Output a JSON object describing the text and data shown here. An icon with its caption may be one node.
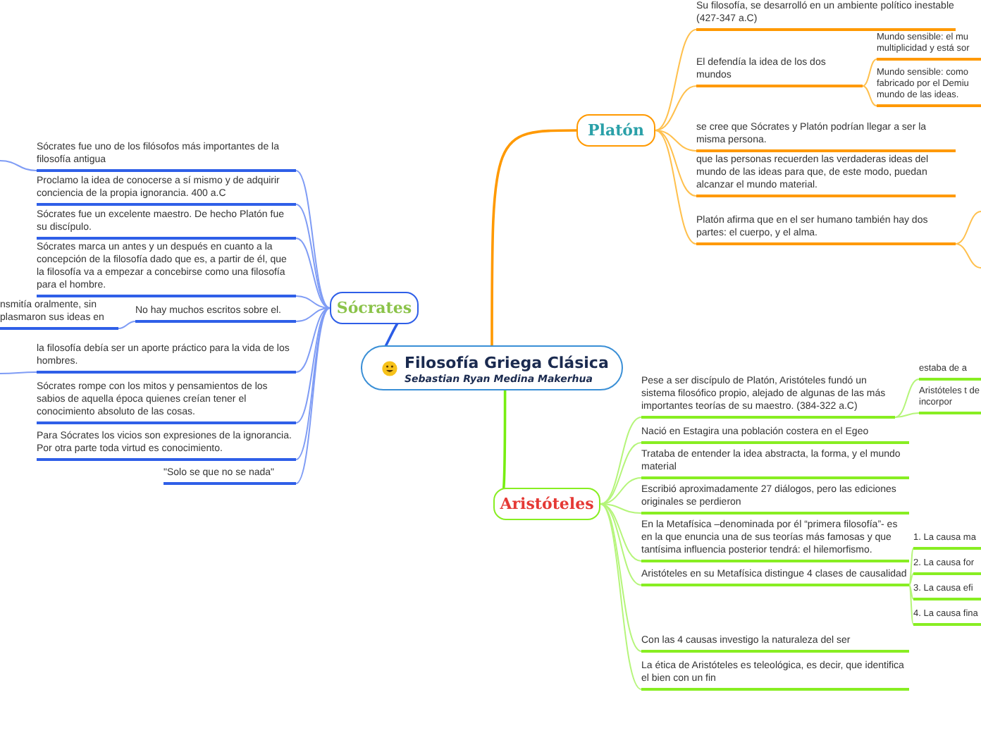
{
  "diagram": {
    "nodes": [
      {
        "text": [
          "Filosofía Griega Clásica",
          "Sebastian Ryan Medina Makerhua"
        ]
      },
      {
        "text": [
          "Platón"
        ]
      },
      {
        "text": [
          "Su filosofía, se desarrolló en un ambiente político inestable (427-347 a.C)"
        ]
      },
      {
        "text": [
          "El defendía la idea de los dos mundos"
        ]
      },
      {
        "text": [
          "Mundo sensible: el mu multiplicidad y está sor"
        ]
      },
      {
        "text": [
          "Mundo sensible: como fabricado por el Demiu mundo de las ideas."
        ]
      },
      {
        "text": [
          "se cree que Sócrates y Platón podrían llegar a ser la misma persona."
        ]
      },
      {
        "text": [
          "que las personas recuerden las verdaderas ideas del mundo de las ideas para que, de este modo, puedan alcanzar el mundo material."
        ]
      },
      {
        "text": [
          "Platón afirma que en el ser humano también hay dos partes: el cuerpo, y el alma."
        ]
      },
      {
        "text": [
          "Sócrates"
        ]
      },
      {
        "text": [
          "Sócrates fue uno de los filósofos más importantes de la filosofía antigua"
        ]
      },
      {
        "text": [
          "Proclamo la idea de conocerse a sí mismo y de adquirir conciencia de la propia ignorancia. 400 a.C"
        ]
      },
      {
        "text": [
          "Sócrates fue un excelente maestro. De hecho Platón fue su discípulo."
        ]
      },
      {
        "text": [
          "Sócrates marca un antes y un después en cuanto a la concepción de la filosofía dado que es, a partir de él, que la filosofía va a empezar a concebirse como una filosofía para el hombre."
        ]
      },
      {
        "text": [
          "No hay muchos escritos sobre el."
        ]
      },
      {
        "text": [
          "nsmitía oralmente, sin plasmaron sus ideas en"
        ]
      },
      {
        "text": [
          "la filosofía debía ser un aporte práctico para la vida de los hombres."
        ]
      },
      {
        "text": [
          "Sócrates rompe con los mitos y pensamientos de los sabios de aquella época quienes creían tener el conocimiento absoluto de las cosas."
        ]
      },
      {
        "text": [
          "Para Sócrates los vicios son expresiones de la ignorancia. Por otra parte toda virtud es conocimiento."
        ]
      },
      {
        "text": [
          "\"Solo se que no se nada\""
        ]
      },
      {
        "text": [
          "Aristóteles"
        ]
      },
      {
        "text": [
          "Pese a ser discípulo de Platón, Aristóteles fundó un sistema filosófico propio, alejado de algunas de las más importantes teorías de su maestro. (384-322 a.C)"
        ]
      },
      {
        "text": [
          "estaba de a"
        ]
      },
      {
        "text": [
          "Aristóteles t de incorpor"
        ]
      },
      {
        "text": [
          "Nació en Estagira una población costera en el Egeo"
        ]
      },
      {
        "text": [
          "Trataba de entender la idea abstracta, la forma, y el mundo material"
        ]
      },
      {
        "text": [
          "Escribió aproximadamente 27 diálogos, pero las ediciones originales se perdieron"
        ]
      },
      {
        "text": [
          "En la Metafísica –denominada por él “primera filosofía”- es en la que enuncia una de sus teorías más famosas y que tantísima influencia posterior tendrá: el hilemorfismo."
        ]
      },
      {
        "text": [
          "Aristóteles en su Metafísica distingue 4 clases de causalidad"
        ]
      },
      {
        "text": [
          "1. La causa ma"
        ]
      },
      {
        "text": [
          "2. La causa for"
        ]
      },
      {
        "text": [
          "3. La causa efi"
        ]
      },
      {
        "text": [
          "4. La causa fina"
        ]
      },
      {
        "text": [
          "Con las 4 causas investigo la naturaleza del ser"
        ]
      },
      {
        "text": [
          "La ética de Aristóteles es teleológica, es decir, que identifica el bien con un fin"
        ]
      }
    ],
    "edges": [
      {
        "from": 0,
        "to": 1,
        "arrow": "none",
        "color": "#ff9900"
      },
      {
        "from": 1,
        "to": 2,
        "arrow": "none",
        "color": "#ffc04d"
      },
      {
        "from": 1,
        "to": 3,
        "arrow": "none",
        "color": "#ffc04d"
      },
      {
        "from": 3,
        "to": 4,
        "arrow": "none",
        "color": "#ffc04d"
      },
      {
        "from": 3,
        "to": 5,
        "arrow": "none",
        "color": "#ffc04d"
      },
      {
        "from": 1,
        "to": 6,
        "arrow": "none",
        "color": "#ffc04d"
      },
      {
        "from": 1,
        "to": 7,
        "arrow": "none",
        "color": "#ffc04d"
      },
      {
        "from": 1,
        "to": 8,
        "arrow": "none",
        "color": "#ffc04d"
      },
      {
        "from": 8,
        "to": null,
        "arrow": "none",
        "color": "#ffc04d"
      },
      {
        "from": 8,
        "to": null,
        "arrow": "none",
        "color": "#ffc04d"
      },
      {
        "from": 0,
        "to": 9,
        "arrow": "none",
        "color": "#2b5ce6"
      },
      {
        "from": 9,
        "to": 10,
        "arrow": "none",
        "color": "#7f9cf5"
      },
      {
        "from": 10,
        "to": null,
        "arrow": "none",
        "color": "#7f9cf5"
      },
      {
        "from": 9,
        "to": 11,
        "arrow": "none",
        "color": "#7f9cf5"
      },
      {
        "from": 9,
        "to": 12,
        "arrow": "none",
        "color": "#7f9cf5"
      },
      {
        "from": 9,
        "to": 13,
        "arrow": "none",
        "color": "#7f9cf5"
      },
      {
        "from": 9,
        "to": 14,
        "arrow": "none",
        "color": "#7f9cf5"
      },
      {
        "from": 14,
        "to": 15,
        "arrow": "none",
        "color": "#7f9cf5"
      },
      {
        "from": 9,
        "to": 16,
        "arrow": "none",
        "color": "#7f9cf5"
      },
      {
        "from": 16,
        "to": null,
        "arrow": "none",
        "color": "#7f9cf5"
      },
      {
        "from": 9,
        "to": 17,
        "arrow": "none",
        "color": "#7f9cf5"
      },
      {
        "from": 9,
        "to": 18,
        "arrow": "none",
        "color": "#7f9cf5"
      },
      {
        "from": 9,
        "to": 19,
        "arrow": "none",
        "color": "#7f9cf5"
      },
      {
        "from": 0,
        "to": 20,
        "arrow": "none",
        "color": "#77ee11"
      },
      {
        "from": 20,
        "to": 21,
        "arrow": "none",
        "color": "#b5f57a"
      },
      {
        "from": 21,
        "to": 22,
        "arrow": "none",
        "color": "#b5f57a"
      },
      {
        "from": 21,
        "to": 23,
        "arrow": "none",
        "color": "#b5f57a"
      },
      {
        "from": 20,
        "to": 24,
        "arrow": "none",
        "color": "#b5f57a"
      },
      {
        "from": 20,
        "to": 25,
        "arrow": "none",
        "color": "#b5f57a"
      },
      {
        "from": 20,
        "to": 26,
        "arrow": "none",
        "color": "#b5f57a"
      },
      {
        "from": 20,
        "to": 27,
        "arrow": "none",
        "color": "#b5f57a"
      },
      {
        "from": 20,
        "to": 28,
        "arrow": "none",
        "color": "#b5f57a"
      },
      {
        "from": 28,
        "to": 29,
        "arrow": "none",
        "color": "#b5f57a"
      },
      {
        "from": 28,
        "to": 30,
        "arrow": "none",
        "color": "#b5f57a"
      },
      {
        "from": 28,
        "to": 31,
        "arrow": "none",
        "color": "#b5f57a"
      },
      {
        "from": 28,
        "to": 32,
        "arrow": "none",
        "color": "#b5f57a"
      },
      {
        "from": 20,
        "to": 33,
        "arrow": "none",
        "color": "#b5f57a"
      },
      {
        "from": 20,
        "to": 34,
        "arrow": "none",
        "color": "#b5f57a"
      }
    ]
  }
}
